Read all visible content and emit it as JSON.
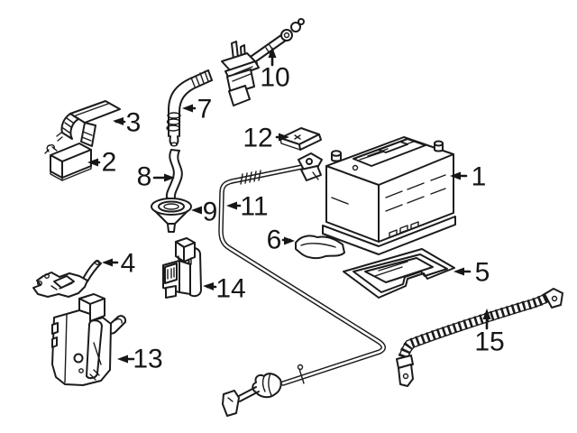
{
  "diagram": {
    "colors": {
      "background": "#ffffff",
      "line": "#1b1b1b",
      "label": "#161616"
    },
    "callouts": [
      {
        "label": "1"
      },
      {
        "label": "2"
      },
      {
        "label": "3"
      },
      {
        "label": "4"
      },
      {
        "label": "5"
      },
      {
        "label": "6"
      },
      {
        "label": "7"
      },
      {
        "label": "8"
      },
      {
        "label": "9"
      },
      {
        "label": "10"
      },
      {
        "label": "11"
      },
      {
        "label": "12"
      },
      {
        "label": "13"
      },
      {
        "label": "14"
      },
      {
        "label": "15"
      }
    ]
  }
}
